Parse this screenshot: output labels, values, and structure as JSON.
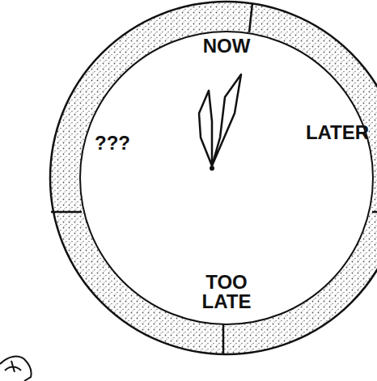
{
  "diagram": {
    "nodes": [
      {
        "text": [
          "NOW",
          "LATER",
          "TOO LATE",
          "???"
        ]
      }
    ]
  }
}
